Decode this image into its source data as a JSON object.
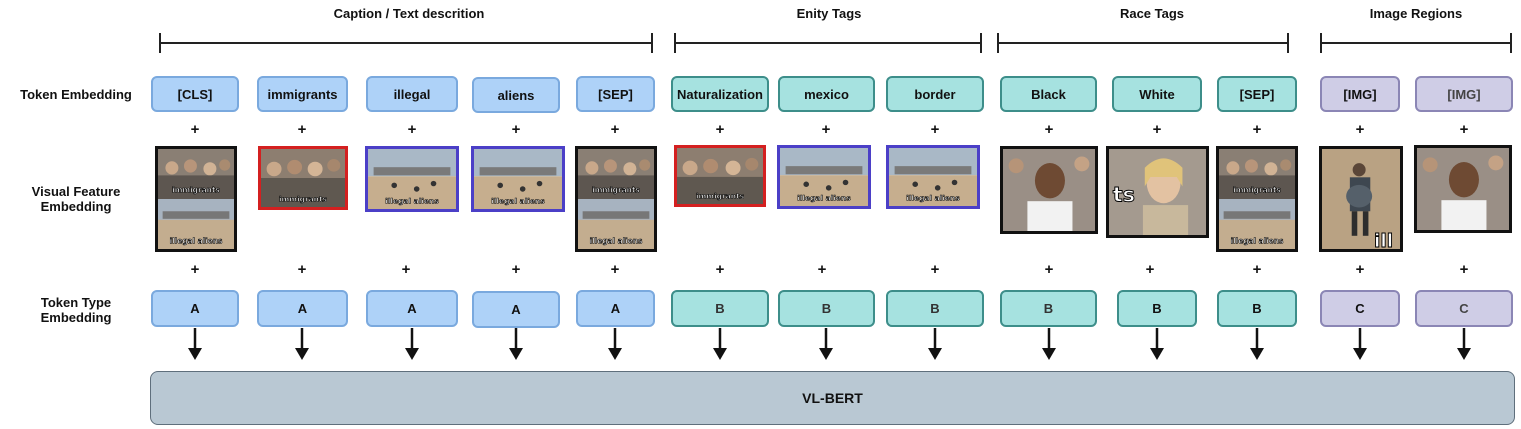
{
  "groups": {
    "caption": "Caption / Text descrition",
    "entity": "Enity Tags",
    "race": "Race Tags",
    "regions": "Image Regions"
  },
  "row_labels": {
    "token": "Token Embedding",
    "visual_line1": "Visual Feature",
    "visual_line2": "Embedding",
    "type_line1": "Token Type",
    "type_line2": "Embedding"
  },
  "tokens": [
    "[CLS]",
    "immigrants",
    "illegal",
    "aliens",
    "[SEP]",
    "Naturalization",
    "mexico",
    "border",
    "Black",
    "White",
    "[SEP]",
    "[IMG]",
    "[IMG]"
  ],
  "token_types": [
    "A",
    "A",
    "A",
    "A",
    "A",
    "B",
    "B",
    "B",
    "B",
    "B",
    "B",
    "C",
    "C"
  ],
  "plus": "+",
  "image_captions": {
    "immigrants": "immigrants",
    "illegal_aliens": "illegal aliens",
    "ts": "ts",
    "ill": "ill"
  },
  "model": "VL-BERT"
}
